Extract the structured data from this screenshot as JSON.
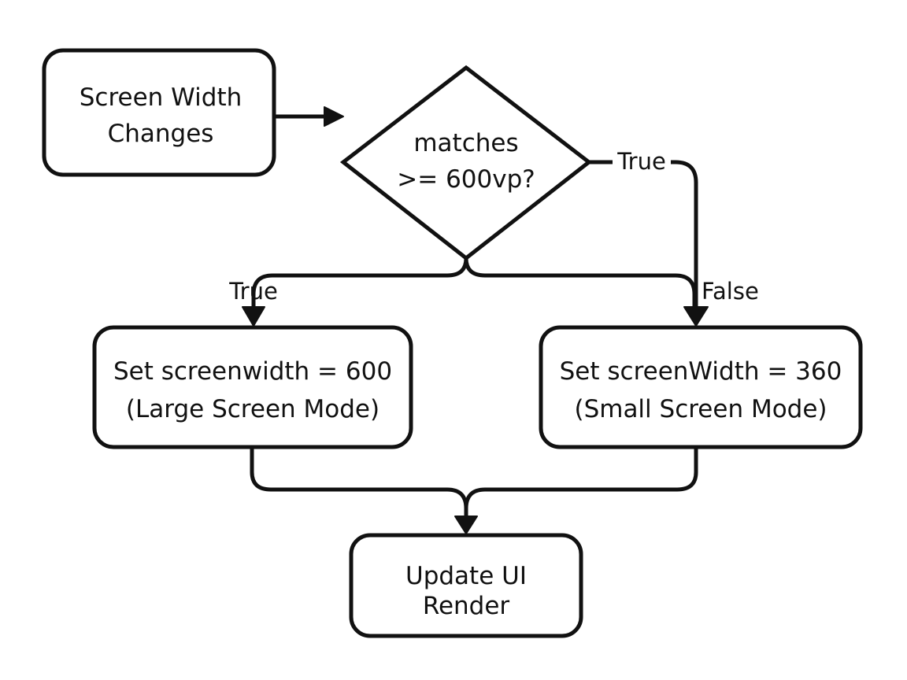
{
  "colors": {
    "stroke": "#111111",
    "background": "#ffffff",
    "text": "#111111"
  },
  "nodes": {
    "start": {
      "line1": "Screen Width",
      "line2": "Changes"
    },
    "decision": {
      "line1": "matches",
      "line2": ">= 600vp?"
    },
    "large": {
      "line1": "Set screenwidth = 600",
      "line2": "(Large Screen Mode)"
    },
    "small": {
      "line1": "Set screenWidth = 360",
      "line2": "(Small Screen Mode)"
    },
    "update": {
      "line1": "Update UI",
      "line2": "Render"
    }
  },
  "edges": {
    "right_true": "True",
    "left_true": "True",
    "false": "False"
  }
}
